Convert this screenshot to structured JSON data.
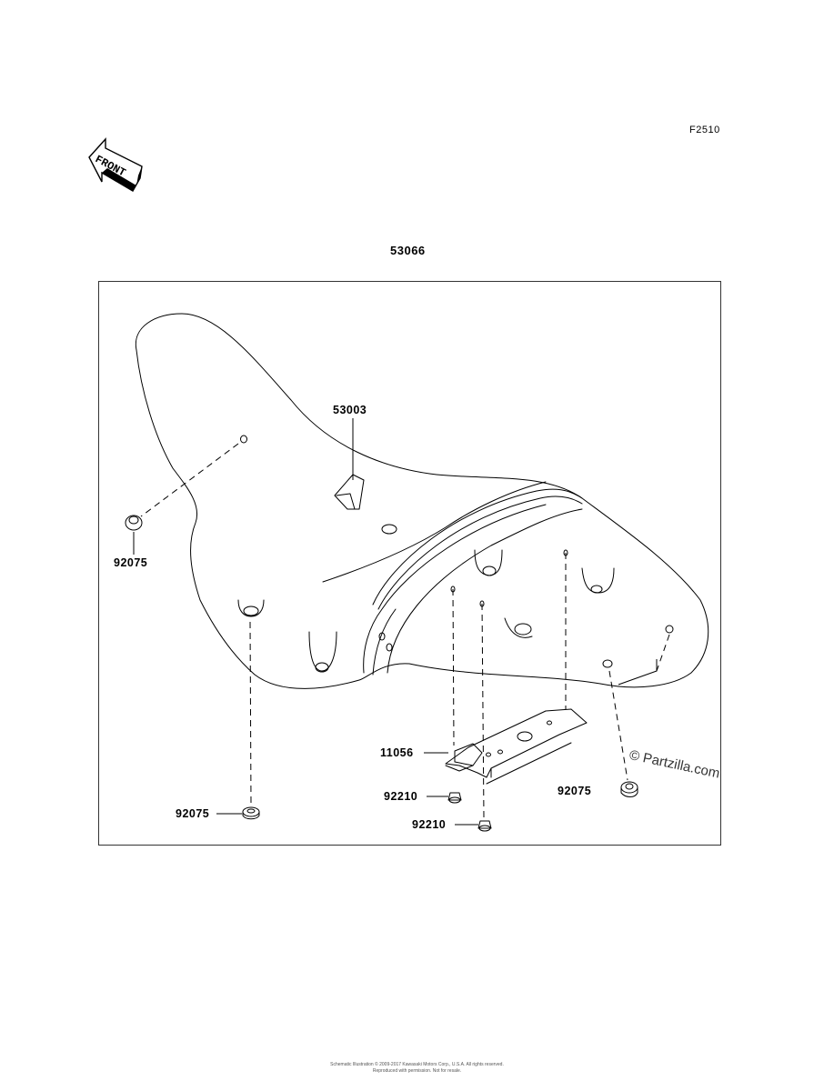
{
  "figure": {
    "code": "F2510",
    "assembly_number": "53066",
    "front_arrow_label": "FRONT"
  },
  "parts": {
    "seat": "53003",
    "grommet_left": "92075",
    "grommet_bottom": "92075",
    "grommet_right": "92075",
    "bracket": "11056",
    "nut_upper": "92210",
    "nut_lower": "92210"
  },
  "watermark": "© Partzilla.com",
  "footer": {
    "line1": "Schematic Illustration © 2009-2017 Kawasaki Motors Corp., U.S.A. All rights reserved.",
    "line2": "Reproduced with permission. Not for resale."
  }
}
